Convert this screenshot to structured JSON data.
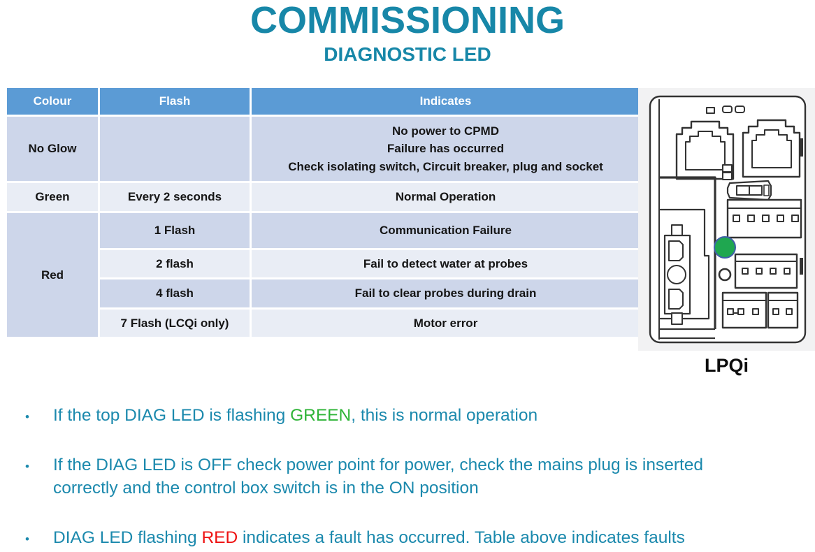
{
  "title": "COMMISSIONING",
  "subtitle": "DIAGNOSTIC LED",
  "colors": {
    "accent_teal": "#1787a8",
    "table_header_blue": "#5b9bd5",
    "table_band_dark": "#cdd6ea",
    "table_band_light": "#e9edf5",
    "green_word": "#2eb437",
    "red_word": "#ee1111",
    "led_green": "#1fa750"
  },
  "table": {
    "headers": [
      "Colour",
      "Flash",
      "Indicates"
    ],
    "rows": [
      {
        "colour": "No Glow",
        "flash": "",
        "indicates": [
          "No power to CPMD",
          "Failure has occurred",
          "Check isolating switch, Circuit breaker, plug and socket"
        ]
      },
      {
        "colour": "Green",
        "flash": "Every 2 seconds",
        "indicates": "Normal Operation"
      },
      {
        "colour": "Red",
        "flash": "1 Flash",
        "indicates": "Communication Failure"
      },
      {
        "flash": "2 flash",
        "indicates": "Fail to detect water at probes"
      },
      {
        "flash": "4 flash",
        "indicates": "Fail to clear probes during drain"
      },
      {
        "flash": "7 Flash (LCQi only)",
        "indicates": "Motor error"
      }
    ]
  },
  "figure": {
    "caption": "LPQi",
    "led_state": "green"
  },
  "bullets": [
    {
      "segments": [
        {
          "text": "If the top DIAG LED is flashing "
        },
        {
          "text": "GREEN",
          "color": "#2eb437"
        },
        {
          "text": ", this is normal operation"
        }
      ]
    },
    {
      "segments": [
        {
          "text": "If the DIAG LED is OFF check power point for power, check the mains plug is inserted correctly and the control box switch is in the ON position"
        }
      ]
    },
    {
      "segments": [
        {
          "text": "DIAG LED flashing "
        },
        {
          "text": "RED",
          "color": "#ee1111"
        },
        {
          "text": " indicates a fault has occurred. Table above indicates faults"
        }
      ]
    }
  ]
}
